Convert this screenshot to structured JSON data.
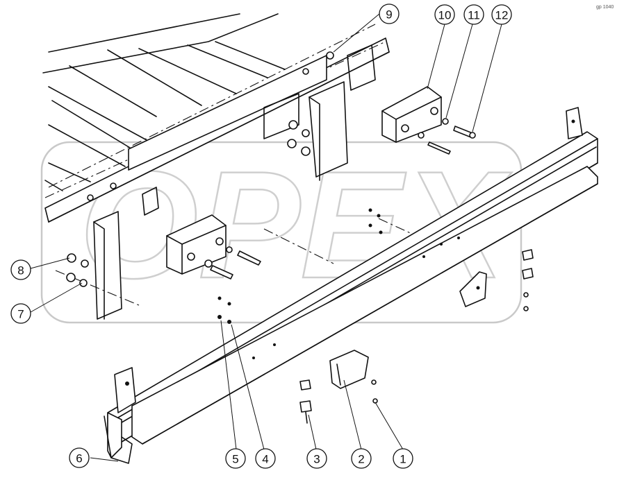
{
  "diagram": {
    "watermark_text": "OPEX",
    "corner_mark": "gp 1040",
    "callouts": [
      {
        "id": "1",
        "label": "1"
      },
      {
        "id": "2",
        "label": "2"
      },
      {
        "id": "3",
        "label": "3"
      },
      {
        "id": "4",
        "label": "4"
      },
      {
        "id": "5",
        "label": "5"
      },
      {
        "id": "6",
        "label": "6"
      },
      {
        "id": "7",
        "label": "7"
      },
      {
        "id": "8",
        "label": "8"
      },
      {
        "id": "9",
        "label": "9"
      },
      {
        "id": "10",
        "label": "10"
      },
      {
        "id": "11",
        "label": "11"
      },
      {
        "id": "12",
        "label": "12"
      }
    ]
  }
}
